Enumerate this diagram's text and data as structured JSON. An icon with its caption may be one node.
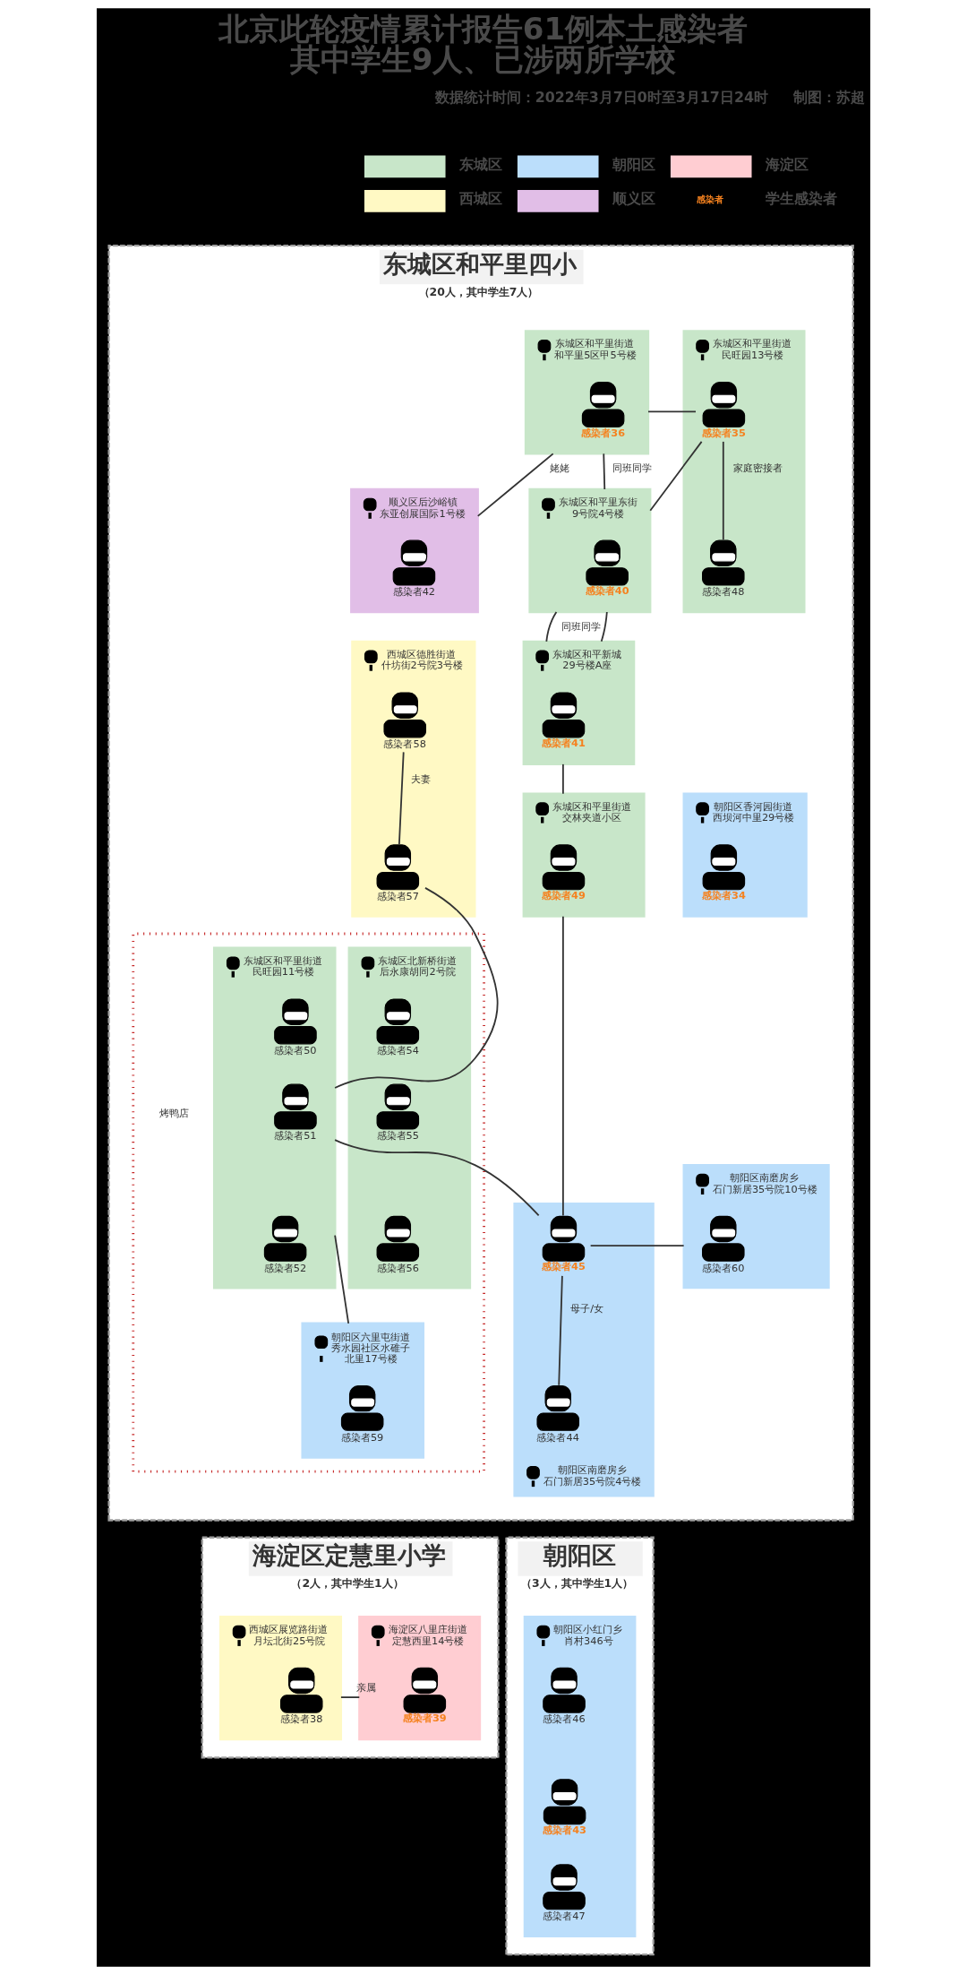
{
  "diagram": {
    "title": "北京此轮疫情累计报告61例本土感染者其中学生9人、已涉两所学校",
    "nodes": [
      {
        "text": [
          "东城区和平里四小",
          "（20人，其中学生7人）"
        ]
      },
      {
        "text": [
          "东城区和平里街道和平里5区甲5号楼"
        ],
        "in": 0
      },
      {
        "text": [
          "感染者36"
        ],
        "in": 1
      },
      {
        "text": [
          "顺义区后沙峪镇东亚创展国际1号楼"
        ],
        "in": 0
      },
      {
        "text": [
          "感染者42"
        ],
        "in": 3
      },
      {
        "text": [
          "东城区和平里街道民旺园13号楼"
        ],
        "in": 0
      },
      {
        "text": [
          "感染者35"
        ],
        "in": 5
      },
      {
        "text": [
          "感染者48"
        ],
        "in": 5
      },
      {
        "text": [
          "东城区和平里东街9号院4号楼"
        ],
        "in": 0
      },
      {
        "text": [
          "感染者40"
        ],
        "in": 8
      },
      {
        "text": [
          "西城区德胜街道什坊街2号院3号楼"
        ],
        "in": 0
      },
      {
        "text": [
          "感染者58"
        ],
        "in": 10
      },
      {
        "text": [
          "感染者57"
        ],
        "in": 10
      },
      {
        "text": [
          "东城区和平新城29号楼A座"
        ],
        "in": 0
      },
      {
        "text": [
          "感染者41"
        ],
        "in": 13
      },
      {
        "text": [
          "朝阳区香河园街道西坝河中里29号楼"
        ],
        "in": 0
      },
      {
        "text": [
          "感染者34"
        ],
        "in": 15
      },
      {
        "text": [],
        "shape": "box",
        "in": 0
      },
      {
        "text": [
          "东城区和平里街道民旺园11号楼"
        ],
        "in": 17
      },
      {
        "text": [
          "感染者50"
        ],
        "in": 18
      },
      {
        "text": [
          "感染者51"
        ],
        "in": 18
      },
      {
        "text": [
          "感染者52"
        ],
        "in": 18
      },
      {
        "text": [
          "东城区北新桥街道后永康胡同2号院"
        ],
        "in": 17
      },
      {
        "text": [
          "感染者54"
        ],
        "in": 22
      },
      {
        "text": [
          "感染者55"
        ],
        "in": 22
      },
      {
        "text": [
          "感染者56"
        ],
        "in": 22
      },
      {
        "text": [
          "东城区和平里街道交林夹道小区"
        ],
        "in": 0
      },
      {
        "text": [
          "感染者49"
        ],
        "in": 26
      },
      {
        "text": [
          "朝阳区南磨房乡石门新居35号院4号楼"
        ],
        "in": 0
      },
      {
        "text": [
          "感染者45"
        ],
        "in": 28
      },
      {
        "text": [
          "感染者44"
        ],
        "in": 28
      },
      {
        "text": [
          "朝阳区南磨房乡石门新居35号院10号楼"
        ],
        "in": 0
      },
      {
        "text": [
          "感染者60"
        ],
        "in": 31
      },
      {
        "text": [
          "朝阳区六里屯街道秀水园社区水碓子北里17号楼"
        ],
        "in": 17
      },
      {
        "text": [
          "感染者59"
        ],
        "in": 33
      },
      {
        "text": [
          "海淀区定慧里小学",
          "（2人，其中学生1人）"
        ]
      },
      {
        "text": [
          "海淀区八里庄街道定慧西里14号楼"
        ],
        "in": 35
      },
      {
        "text": [
          "感染者39"
        ],
        "in": 36
      },
      {
        "text": [
          "西城区展览路街道月坛北街25号院"
        ],
        "in": 35
      },
      {
        "text": [
          "感染者38"
        ],
        "in": 38
      },
      {
        "text": [
          "朝阳区",
          "（3人，其中学生1人）"
        ]
      },
      {
        "text": [
          "朝阳区小红门乡肖村346号"
        ],
        "in": 40
      },
      {
        "text": [
          "感染者46"
        ],
        "in": 41
      },
      {
        "text": [
          "感染者43"
        ],
        "in": 41
      },
      {
        "text": [
          "感染者47"
        ],
        "in": 41
      }
    ],
    "edges": [
      {
        "from": 1,
        "to": 3,
        "arrow": "none",
        "label": "姥姥"
      },
      {
        "from": 1,
        "to": 6,
        "arrow": "none"
      },
      {
        "from": 1,
        "to": 8,
        "arrow": "none",
        "label": "同班同学"
      },
      {
        "from": 6,
        "to": 7,
        "arrow": "none",
        "label": "家庭密接者"
      },
      {
        "from": 6,
        "to": 8,
        "arrow": "none"
      },
      {
        "from": 8,
        "to": 13,
        "arrow": "none",
        "label": "同班同学"
      },
      {
        "from": 11,
        "to": 12,
        "arrow": "none",
        "label": "夫妻"
      },
      {
        "from": 8,
        "to": 13,
        "arrow": "none"
      },
      {
        "from": 13,
        "to": 26,
        "arrow": "none"
      },
      {
        "from": 26,
        "to": 29,
        "arrow": "none"
      },
      {
        "from": 31,
        "to": 29,
        "arrow": "none"
      },
      {
        "from": 29,
        "to": 30,
        "arrow": "none",
        "label": "母子/女"
      },
      {
        "from": 29,
        "to": 18,
        "arrow": "none"
      },
      {
        "from": 18,
        "to": 12,
        "arrow": "none"
      },
      {
        "from": 18,
        "to": 33,
        "arrow": "none"
      },
      {
        "from": 36,
        "to": 38,
        "arrow": "none",
        "label": "亲属"
      }
    ],
    "labels": [
      "数据统计时间：2022年3月7日0时至3月17日24时",
      "制图：苏超",
      "感染者",
      "烤鸭店"
    ],
    "legend": [
      {
        "text": "东城区",
        "color": "#c8e6c9"
      },
      {
        "text": "朝阳区",
        "color": "#bbdefb"
      },
      {
        "text": "海淀区",
        "color": "#ffcdd2"
      },
      {
        "text": "西城区",
        "color": "#fff9c4"
      },
      {
        "text": "顺义区",
        "color": "#e1bee7"
      },
      {
        "text": "学生感染者",
        "color": "#f5821f"
      }
    ]
  }
}
